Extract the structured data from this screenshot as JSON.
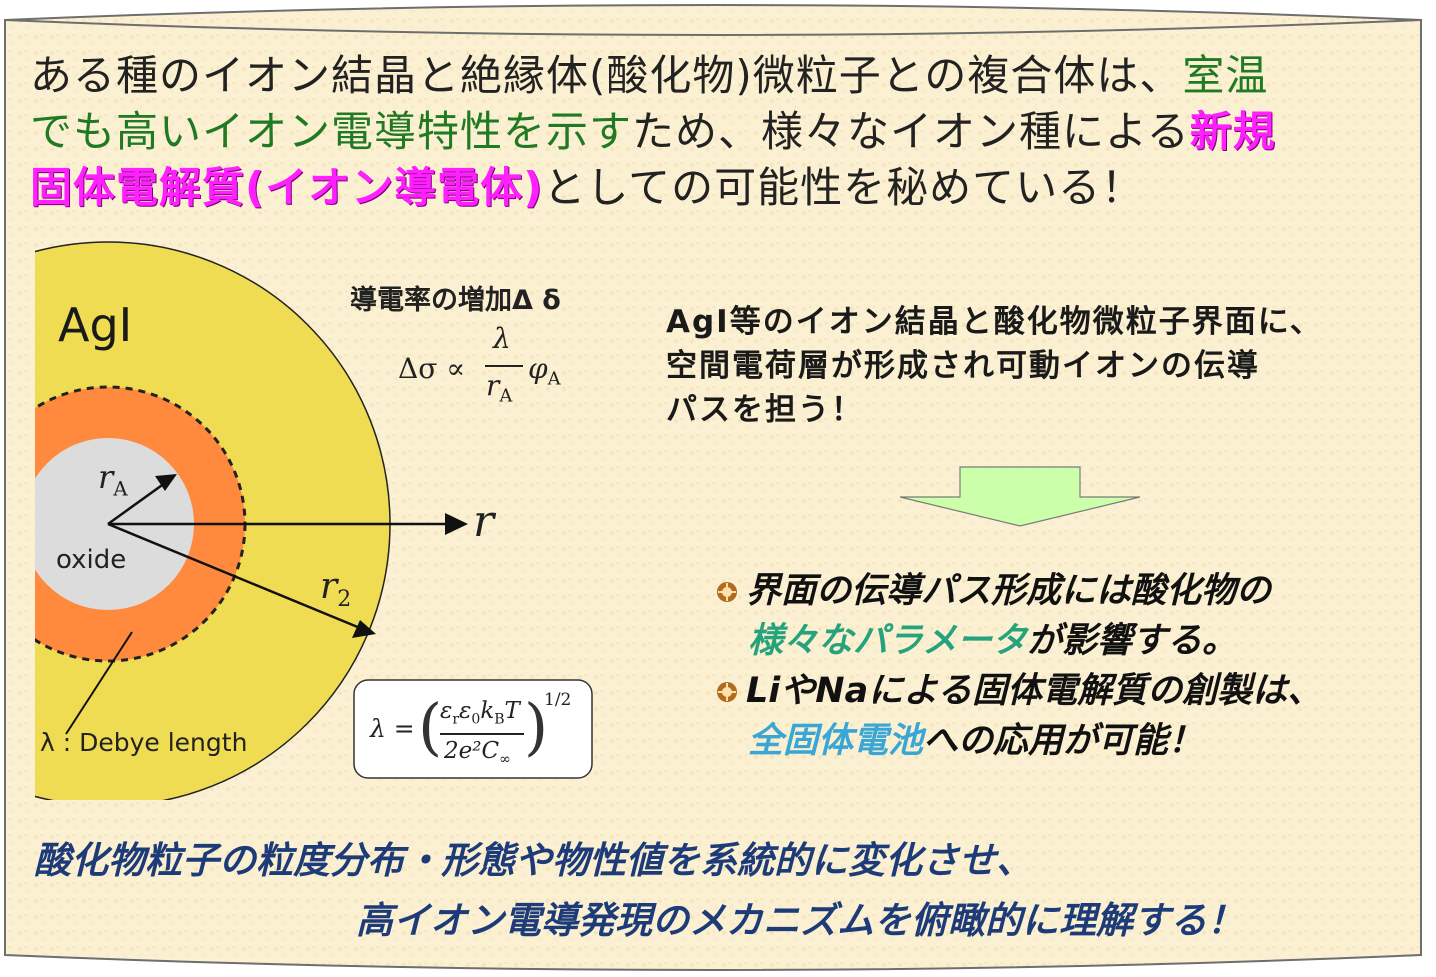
{
  "intro": {
    "line1": "ある種のイオン結晶と絶縁体(酸化物)微粒子との複合体は、",
    "line1_green": "室温",
    "line2_green": "でも高いイオン電導特性を示す",
    "line2": "ため、様々なイオン種による",
    "line2_magenta": "新規",
    "line3_magenta": "固体電解質(イオン導電体)",
    "line3": "としての可能性を秘めている！"
  },
  "diagram": {
    "material_label": "AgI",
    "oxide_label": "oxide",
    "radius_a_label": "r",
    "radius_a_sub": "A",
    "radius_2_label": "r",
    "radius_2_sub": "2",
    "axis_label": "r",
    "debye_label": "λ : Debye  length",
    "conductivity_title": "導電率の増加Δ δ",
    "formula_lhs": "Δσ ∝",
    "formula_num": "λ",
    "formula_den": "r",
    "formula_den_sub": "A",
    "formula_rhs": "φ",
    "formula_rhs_sub": "A",
    "debye_formula_lhs": "λ =",
    "debye_formula_num": "ε",
    "debye_formula_den": "2e²C",
    "debye_formula_exp": "1/2"
  },
  "explanation": {
    "line1": "AgI等のイオン結晶と酸化物微粒子界面に、",
    "line2": "空間電荷層が形成され可動イオンの伝導",
    "line3": "パスを担う！"
  },
  "bullets": [
    {
      "pre": "界面の伝導パス形成には酸化物の",
      "hl": "様々なパラメータ",
      "post": "が影響する。"
    },
    {
      "pre": "LiやNaによる固体電解質の創製は、",
      "hl": "全固体電池",
      "post": "への応用が可能！"
    }
  ],
  "conclusion": {
    "line1": "酸化物粒子の粒度分布・形態や物性値を系統的に変化させ、",
    "line2": "高イオン電導発現のメカニズムを俯瞰的に理解する！"
  },
  "colors": {
    "paper": "#fbf1d2",
    "yellow": "#efdc52",
    "orange": "#ff8a3d",
    "oxide": "#dcdcdc",
    "green": "#1f7a23",
    "magenta": "#ff1fff",
    "arrow": "#ccffaa",
    "title": "#1c3b78"
  }
}
